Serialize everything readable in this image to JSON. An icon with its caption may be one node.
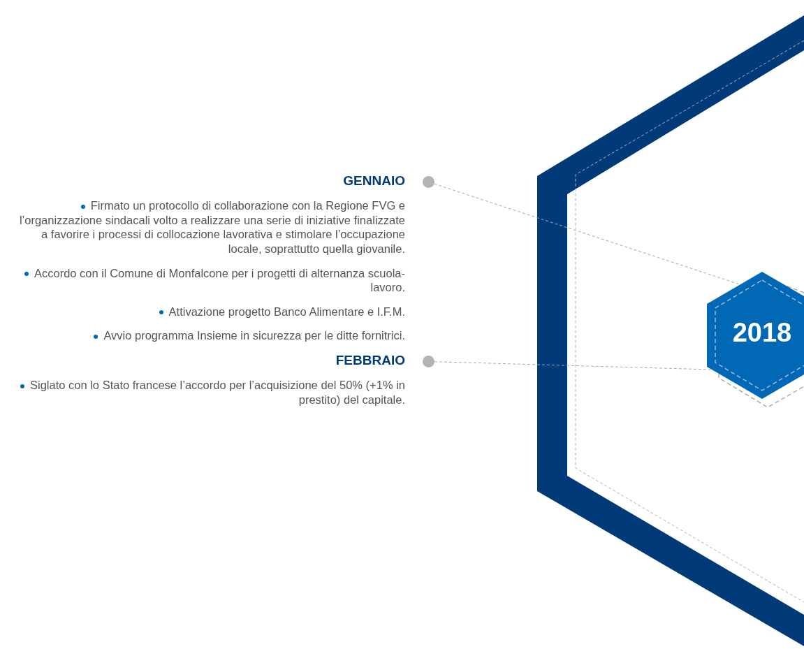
{
  "diagram": {
    "nodes": [
      {
        "text": [
          "2018"
        ]
      },
      {
        "text": [],
        "shape": "circle"
      },
      {
        "text": [],
        "shape": "circle"
      }
    ],
    "edges": [
      {
        "from": 1,
        "to": 0,
        "arrow": "none",
        "style": "dashed"
      },
      {
        "from": 2,
        "to": 0,
        "arrow": "none",
        "style": "dashed"
      }
    ],
    "labels": [
      "GENNAIO",
      "Firmato un protocollo di collaborazione con la Regione FVG e l’organizzazione sindacali volto a realizzare una serie di iniziative finalizzate a favorire i processi di collocazione lavorativa e stimolare l’occupazione locale, soprattutto quella giovanile.",
      "Accordo con il Comune di Monfalcone per i progetti di alternanza scuola-lavoro.",
      "Attivazione progetto Banco Alimentare e I.F.M.",
      "Avvio programma Insieme in sicurezza per le ditte fornitrici.",
      "FEBBRAIO",
      "Siglato con lo Stato francese l’accordo per l’acquisizione del 50% (+1% in prestito) del capitale."
    ]
  }
}
